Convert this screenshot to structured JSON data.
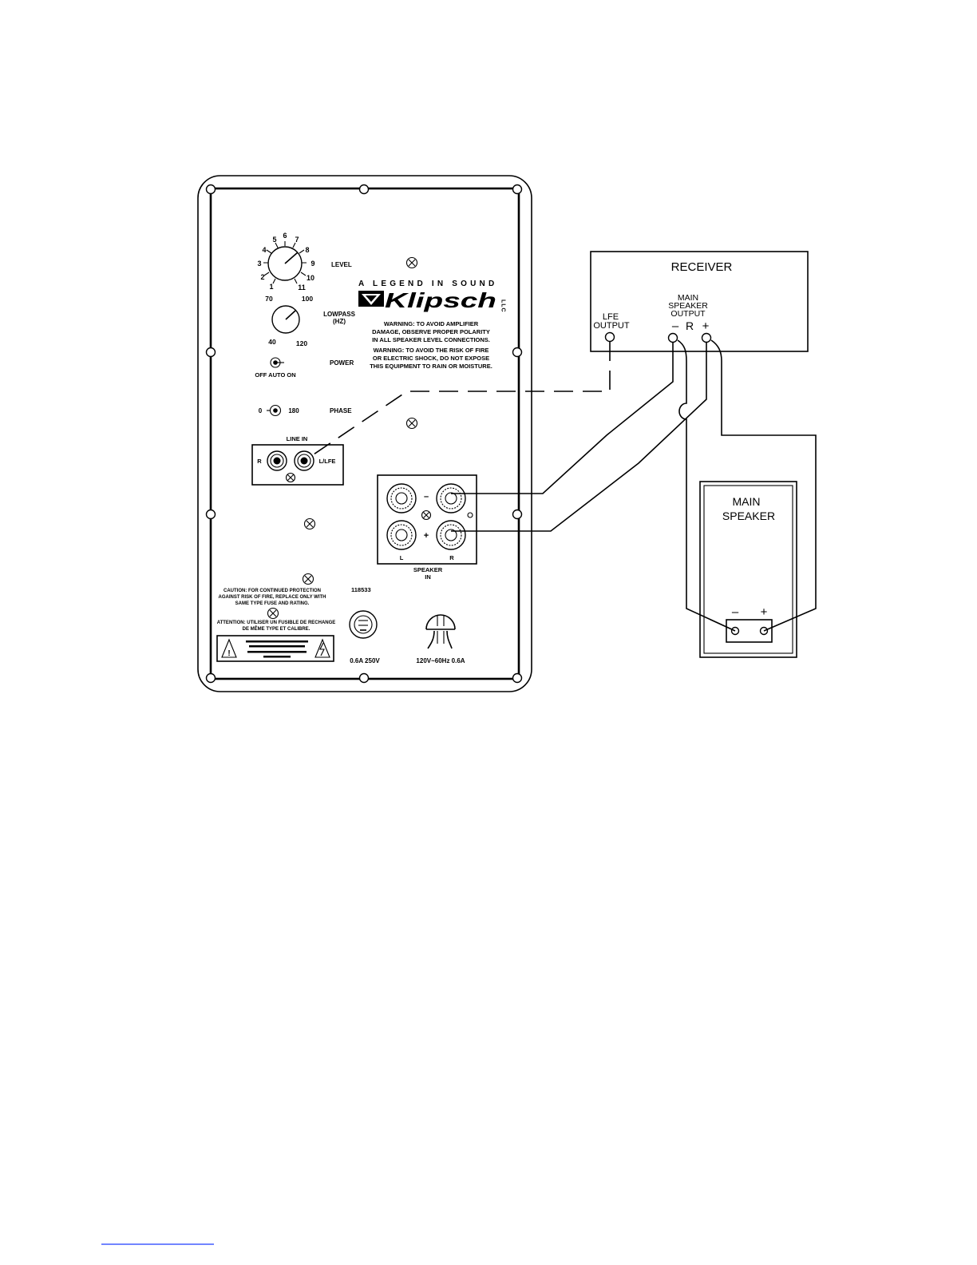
{
  "subwoofer_panel": {
    "level": {
      "label": "LEVEL",
      "scale": [
        "1",
        "2",
        "3",
        "4",
        "5",
        "6",
        "7",
        "8",
        "9",
        "10",
        "11"
      ]
    },
    "lowpass": {
      "label_line1": "LOWPASS",
      "label_line2": "(HZ)",
      "scale": [
        "40",
        "70",
        "100",
        "120"
      ]
    },
    "power": {
      "label": "POWER",
      "switch_positions": "OFF AUTO ON"
    },
    "phase": {
      "label": "PHASE",
      "left": "0",
      "right": "180"
    },
    "line_in": {
      "label": "LINE IN",
      "right": "R",
      "left_lfe": "L/LFE"
    },
    "speaker_in": {
      "label_line1": "SPEAKER",
      "label_line2": "IN",
      "left": "L",
      "right": "R",
      "minus": "–",
      "plus": "+"
    },
    "brand": {
      "tagline": "A LEGEND IN SOUND",
      "name": "Klipsch",
      "suffix": "LLC"
    },
    "warnings": [
      "WARNING:  TO AVOID AMPLIFIER",
      "DAMAGE, OBSERVE PROPER POLARITY",
      "IN ALL SPEAKER LEVEL CONNECTIONS.",
      "WARNING:  TO AVOID THE RISK OF FIRE",
      "OR ELECTRIC SHOCK, DO NOT EXPOSE",
      "THIS EQUIPMENT TO RAIN OR MOISTURE."
    ],
    "part_number": "118533",
    "caution": [
      "CAUTION:  FOR CONTINUED PROTECTION",
      "AGAINST RISK OF FIRE, REPLACE ONLY WITH",
      "SAME TYPE FUSE AND RATING."
    ],
    "attention": [
      "ATTENTION:  UTILISER UN FUSIBLE DE RECHANGE",
      "DE MÊME TYPE ET CALIBRE."
    ],
    "fuse_rating": "0.6A  250V",
    "power_rating": "120V~60Hz  0.6A"
  },
  "receiver": {
    "title": "RECEIVER",
    "lfe_line1": "LFE",
    "lfe_line2": "OUTPUT",
    "main_line1": "MAIN",
    "main_line2": "SPEAKER",
    "main_line3": "OUTPUT",
    "minus": "–",
    "channel": "R",
    "plus": "+"
  },
  "main_speaker": {
    "title_line1": "MAIN",
    "title_line2": "SPEAKER",
    "minus": "–",
    "plus": "+"
  }
}
